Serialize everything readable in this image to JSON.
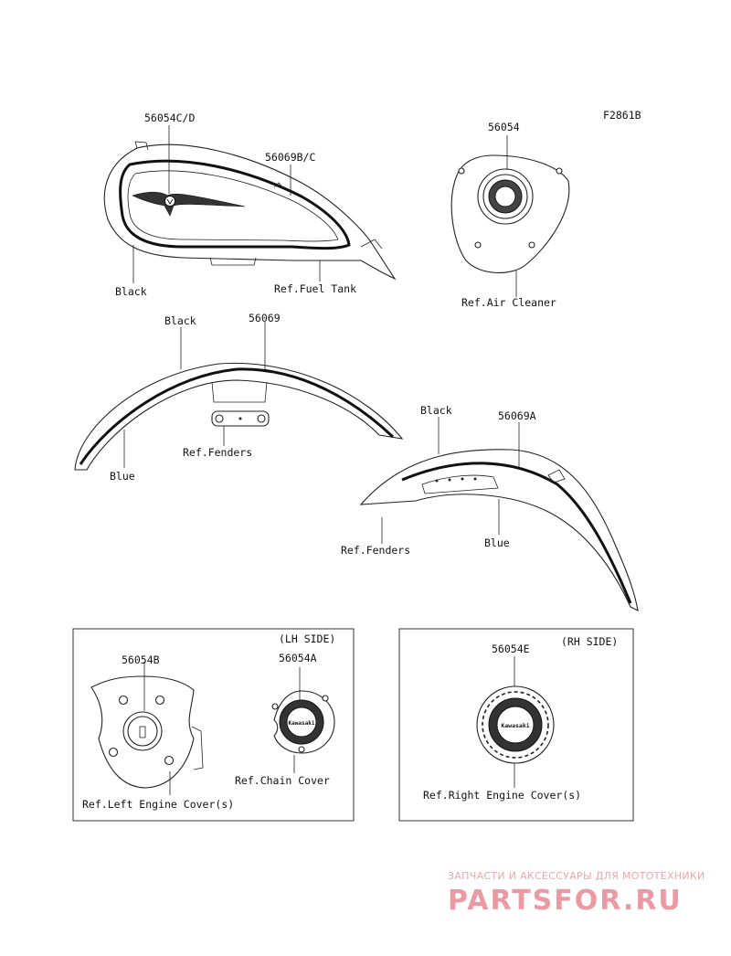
{
  "figure_code": "F2861B",
  "labels": {
    "tank_part": "56054C/D",
    "tank_stripe": "56069B/C",
    "tank_black": "Black",
    "tank_ref": "Ref.Fuel Tank",
    "air_part": "56054",
    "air_ref": "Ref.Air Cleaner",
    "front_black": "Black",
    "front_part": "56069",
    "front_ref": "Ref.Fenders",
    "front_blue": "Blue",
    "rear_black": "Black",
    "rear_part": "56069A",
    "rear_ref": "Ref.Fenders",
    "rear_blue": "Blue"
  },
  "lh_panel": {
    "title": "(LH SIDE)",
    "left_part": "56054B",
    "right_part": "56054A",
    "chain_ref": "Ref.Chain Cover",
    "engine_ref": "Ref.Left Engine Cover(s)",
    "emblem": "Kawasaki"
  },
  "rh_panel": {
    "title": "(RH SIDE)",
    "part": "56054E",
    "engine_ref": "Ref.Right Engine Cover(s)",
    "emblem": "Kawasaki"
  },
  "watermark": {
    "tagline": "ЗАПЧАСТИ И АКСЕССУАРЫ ДЛЯ МОТОТЕХНИКИ",
    "brand": "PARTSFOR.RU"
  }
}
